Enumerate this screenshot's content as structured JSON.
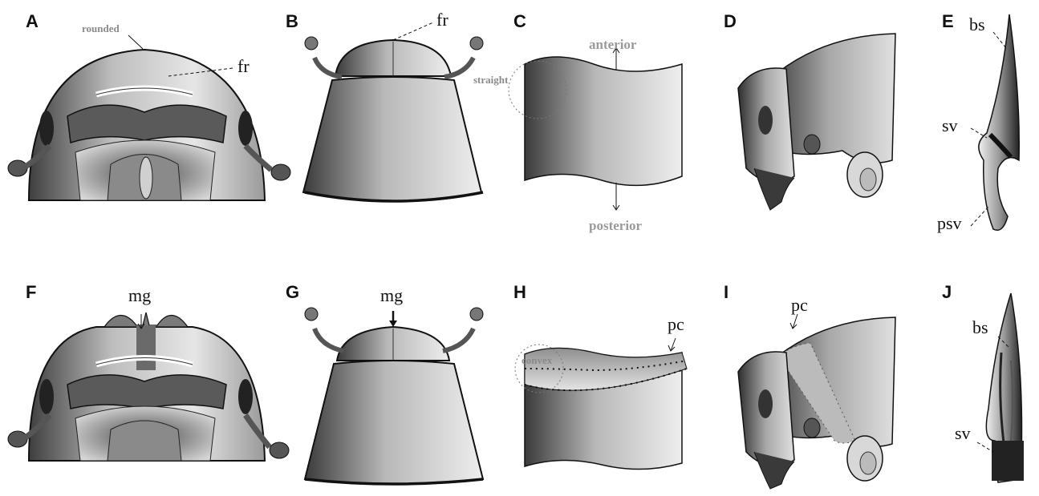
{
  "panels": {
    "A": {
      "label": "A",
      "note_rounded": "rounded",
      "abbr_fr": "fr"
    },
    "B": {
      "label": "B",
      "abbr_fr": "fr"
    },
    "C": {
      "label": "C",
      "note_straight": "straight",
      "anterior": "anterior",
      "posterior": "posterior"
    },
    "D": {
      "label": "D"
    },
    "E": {
      "label": "E",
      "abbr_bs": "bs",
      "abbr_sv": "sv",
      "abbr_psv": "psv"
    },
    "F": {
      "label": "F",
      "abbr_mg": "mg"
    },
    "G": {
      "label": "G",
      "abbr_mg": "mg"
    },
    "H": {
      "label": "H",
      "note_convex": "convex",
      "abbr_pc": "pc"
    },
    "I": {
      "label": "I",
      "abbr_pc": "pc"
    },
    "J": {
      "label": "J",
      "abbr_bs": "bs",
      "abbr_sv": "sv"
    }
  },
  "colors": {
    "ink": "#111111",
    "note_gray": "#8a8a8a",
    "body_dark": "#4a4a4a",
    "body_light": "#e8e8e8"
  }
}
